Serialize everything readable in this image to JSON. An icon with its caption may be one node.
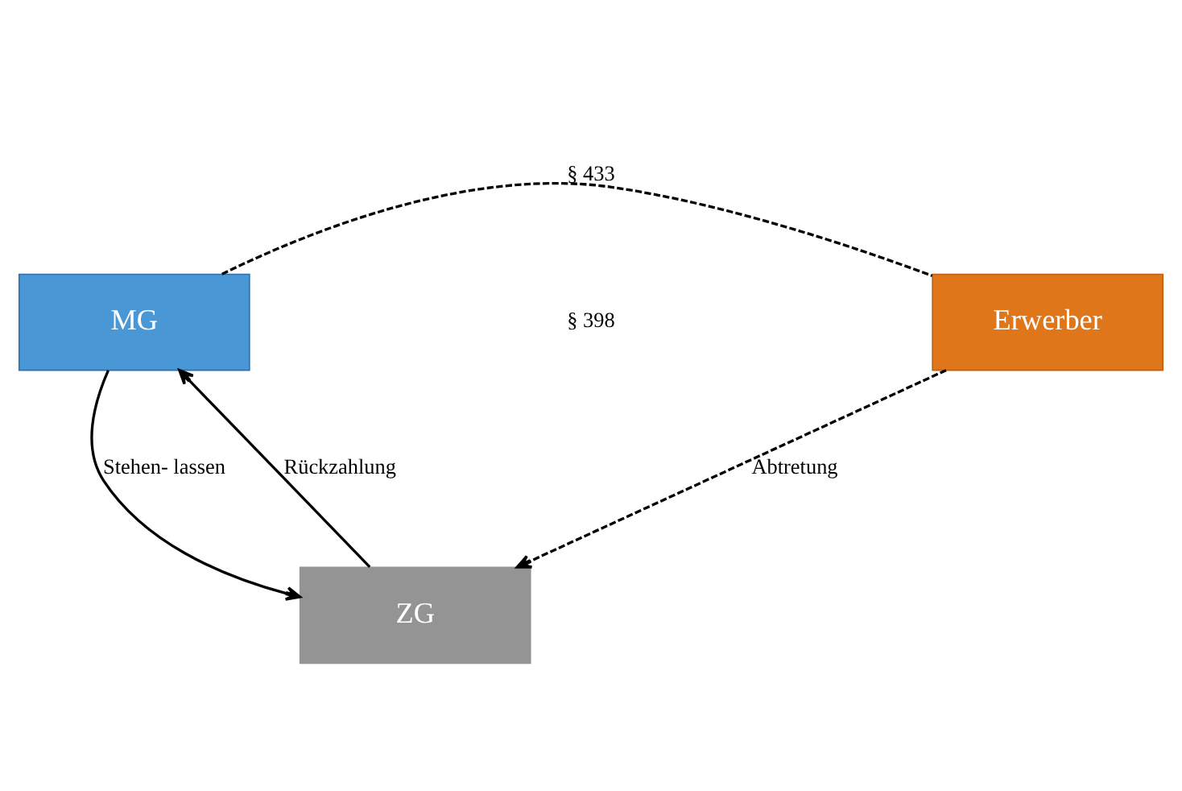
{
  "diagram": {
    "nodes": [
      {
        "text": [
          "MG"
        ]
      },
      {
        "text": [
          "Erwerber"
        ]
      },
      {
        "text": [
          "ZG"
        ]
      }
    ],
    "edges": [
      {
        "from": 0,
        "to": 1,
        "arrow": "none",
        "style": "dashed",
        "label": "§ 433"
      },
      {
        "from": 0,
        "to": 2,
        "arrow": "to",
        "label": "Stehen- lassen"
      },
      {
        "from": 2,
        "to": 0,
        "arrow": "to",
        "label": "Rückzahlung"
      },
      {
        "from": 1,
        "to": 2,
        "arrow": "to",
        "style": "dashed",
        "label": "Abtretung"
      }
    ],
    "labels": [
      "§ 398"
    ]
  }
}
